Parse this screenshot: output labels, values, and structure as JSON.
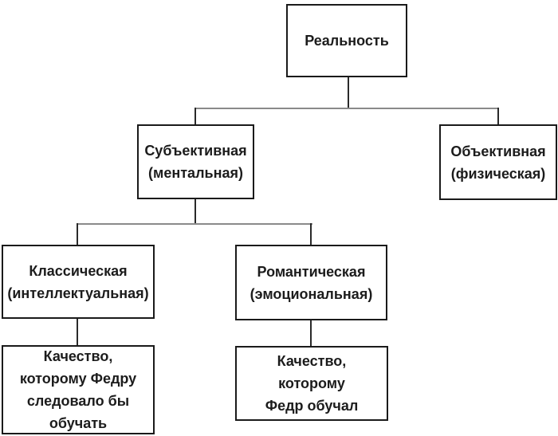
{
  "diagram": {
    "type": "hierarchy-tree",
    "nodes": {
      "reality": {
        "label": "Реальность"
      },
      "subjective": {
        "label": "Субъективная\n(ментальная)"
      },
      "objective": {
        "label": "Объективная\n(физическая)"
      },
      "classical": {
        "label": "Классическая\n(интеллектуальная)"
      },
      "romantic": {
        "label": "Романтическая\n(эмоциональная)"
      },
      "quality_should": {
        "label": "Качество,\nкоторому Федру\nследовало бы\nобучать"
      },
      "quality_taught": {
        "label": "Качество,\nкоторому\nФедр обучал"
      }
    },
    "edges": [
      {
        "from": "reality",
        "to": "subjective"
      },
      {
        "from": "reality",
        "to": "objective"
      },
      {
        "from": "subjective",
        "to": "classical"
      },
      {
        "from": "subjective",
        "to": "romantic"
      },
      {
        "from": "classical",
        "to": "quality_should"
      },
      {
        "from": "romantic",
        "to": "quality_taught"
      }
    ],
    "colors": {
      "background": "#ffffff",
      "box_border": "#1a1a1a",
      "text": "#1c1c1c",
      "line_vertical": "#2a2a2a",
      "line_horizontal": "#8a8a8a"
    }
  }
}
